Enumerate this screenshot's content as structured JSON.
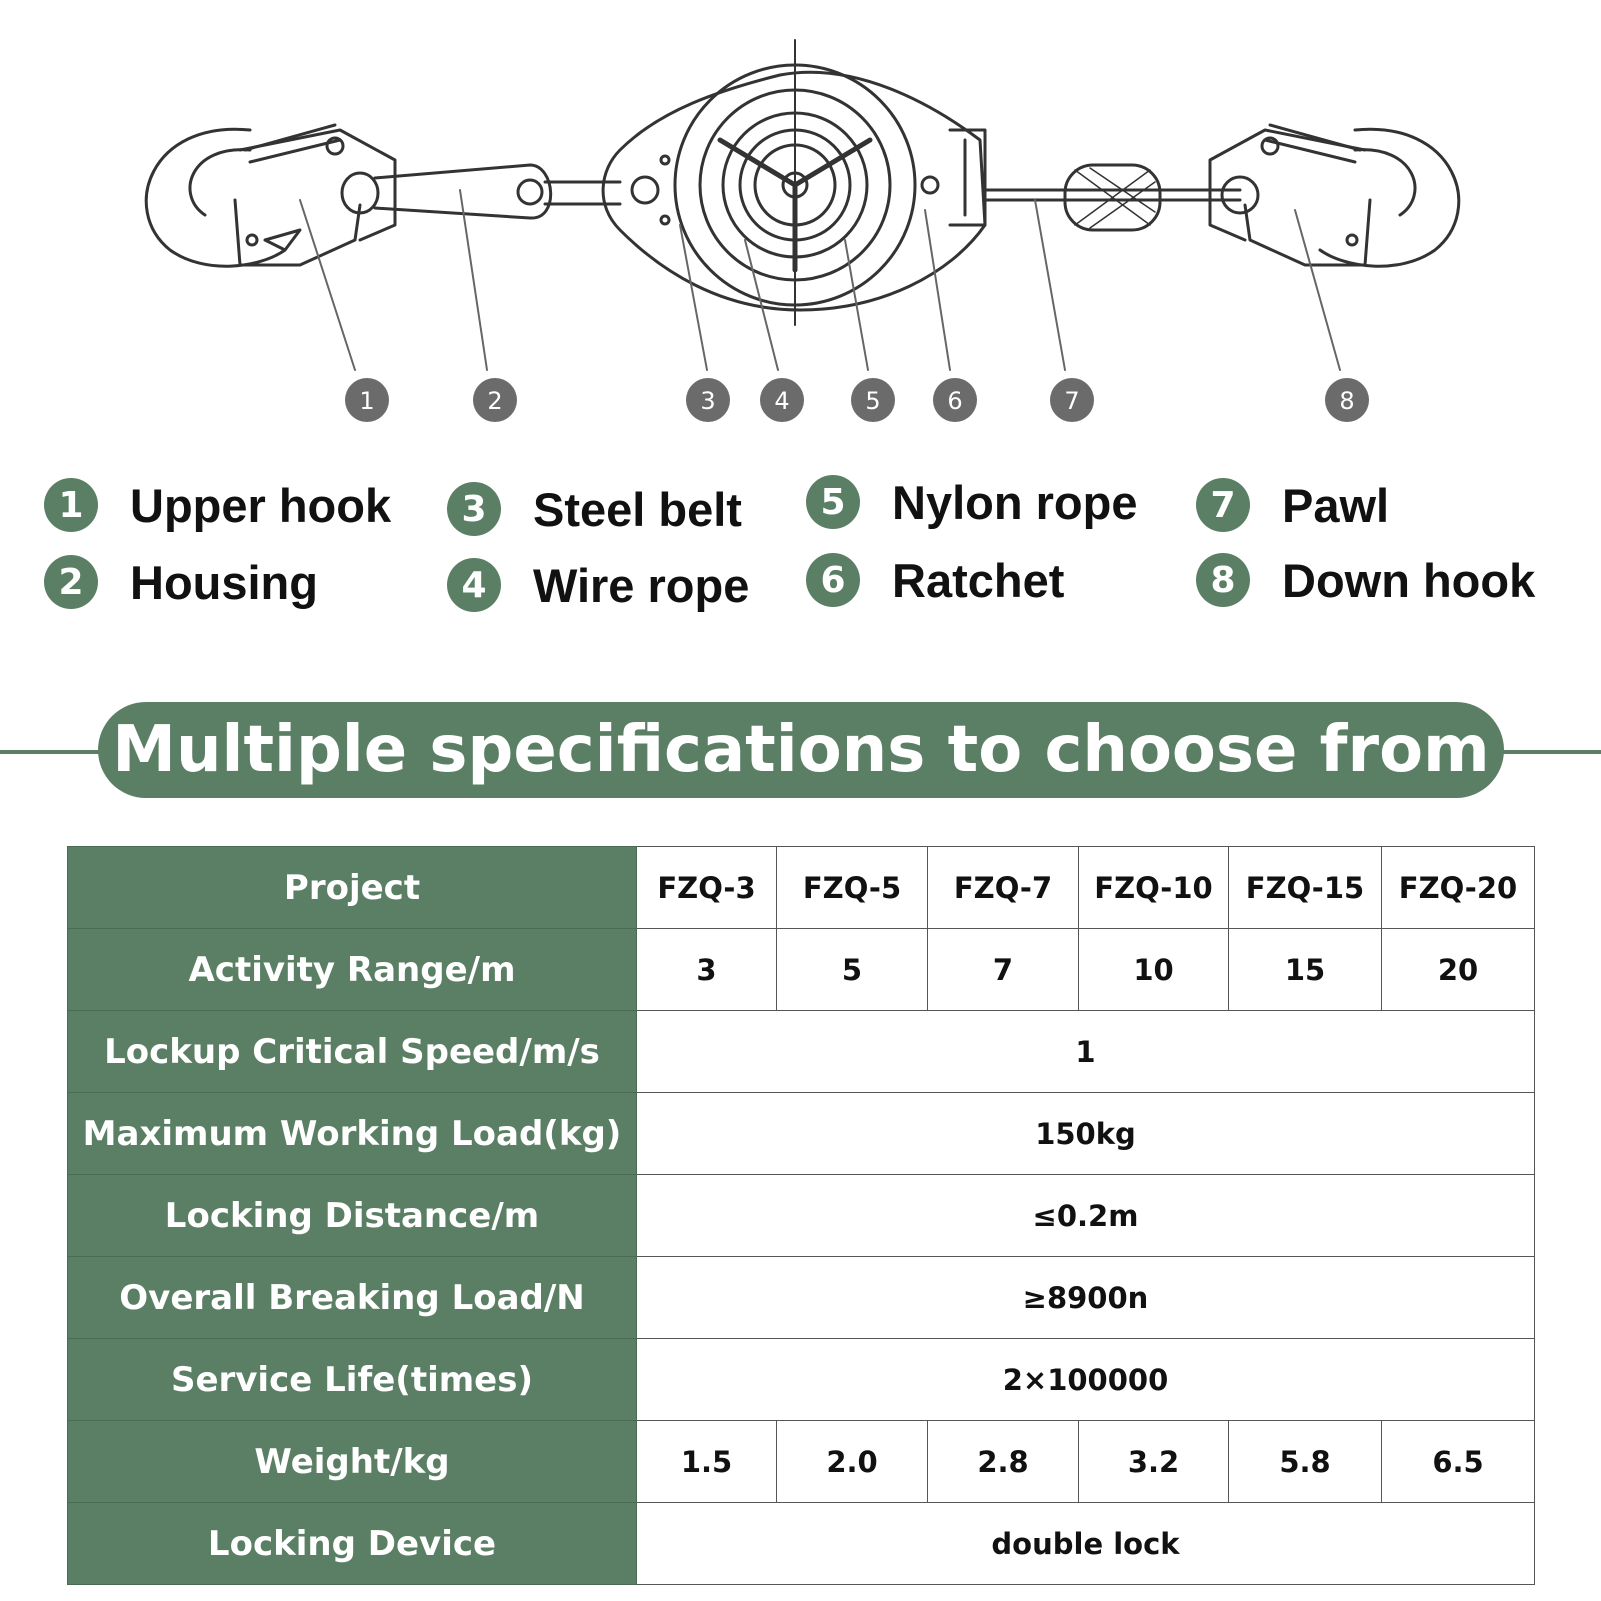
{
  "diagram": {
    "callouts": [
      "1",
      "2",
      "3",
      "4",
      "5",
      "6",
      "7",
      "8"
    ]
  },
  "legend": [
    {
      "num": "1",
      "label": "Upper hook"
    },
    {
      "num": "2",
      "label": "Housing"
    },
    {
      "num": "3",
      "label": "Steel belt"
    },
    {
      "num": "4",
      "label": "Wire rope"
    },
    {
      "num": "5",
      "label": "Nylon rope"
    },
    {
      "num": "6",
      "label": "Ratchet"
    },
    {
      "num": "7",
      "label": "Pawl"
    },
    {
      "num": "8",
      "label": "Down hook"
    }
  ],
  "banner": {
    "title": "Multiple specifications to choose from"
  },
  "colors": {
    "accent": "#5b7f64"
  },
  "table": {
    "project_label": "Project",
    "models": [
      "FZQ-3",
      "FZQ-5",
      "FZQ-7",
      "FZQ-10",
      "FZQ-15",
      "FZQ-20"
    ],
    "activity_range": {
      "label": "Activity Range/m",
      "values": [
        "3",
        "5",
        "7",
        "10",
        "15",
        "20"
      ]
    },
    "lockup_speed": {
      "label": "Lockup Critical Speed/m/s",
      "value": "1"
    },
    "max_load": {
      "label": "Maximum Working Load(kg)",
      "value": "150kg"
    },
    "locking_distance": {
      "label": "Locking Distance/m",
      "value": "≤0.2m"
    },
    "breaking_load": {
      "label": "Overall Breaking Load/N",
      "value": "≥8900n"
    },
    "service_life": {
      "label": "Service Life(times)",
      "value": "2×100000"
    },
    "weight": {
      "label": "Weight/kg",
      "values": [
        "1.5",
        "2.0",
        "2.8",
        "3.2",
        "5.8",
        "6.5"
      ]
    },
    "locking_device": {
      "label": "Locking Device",
      "value": "double lock"
    }
  }
}
